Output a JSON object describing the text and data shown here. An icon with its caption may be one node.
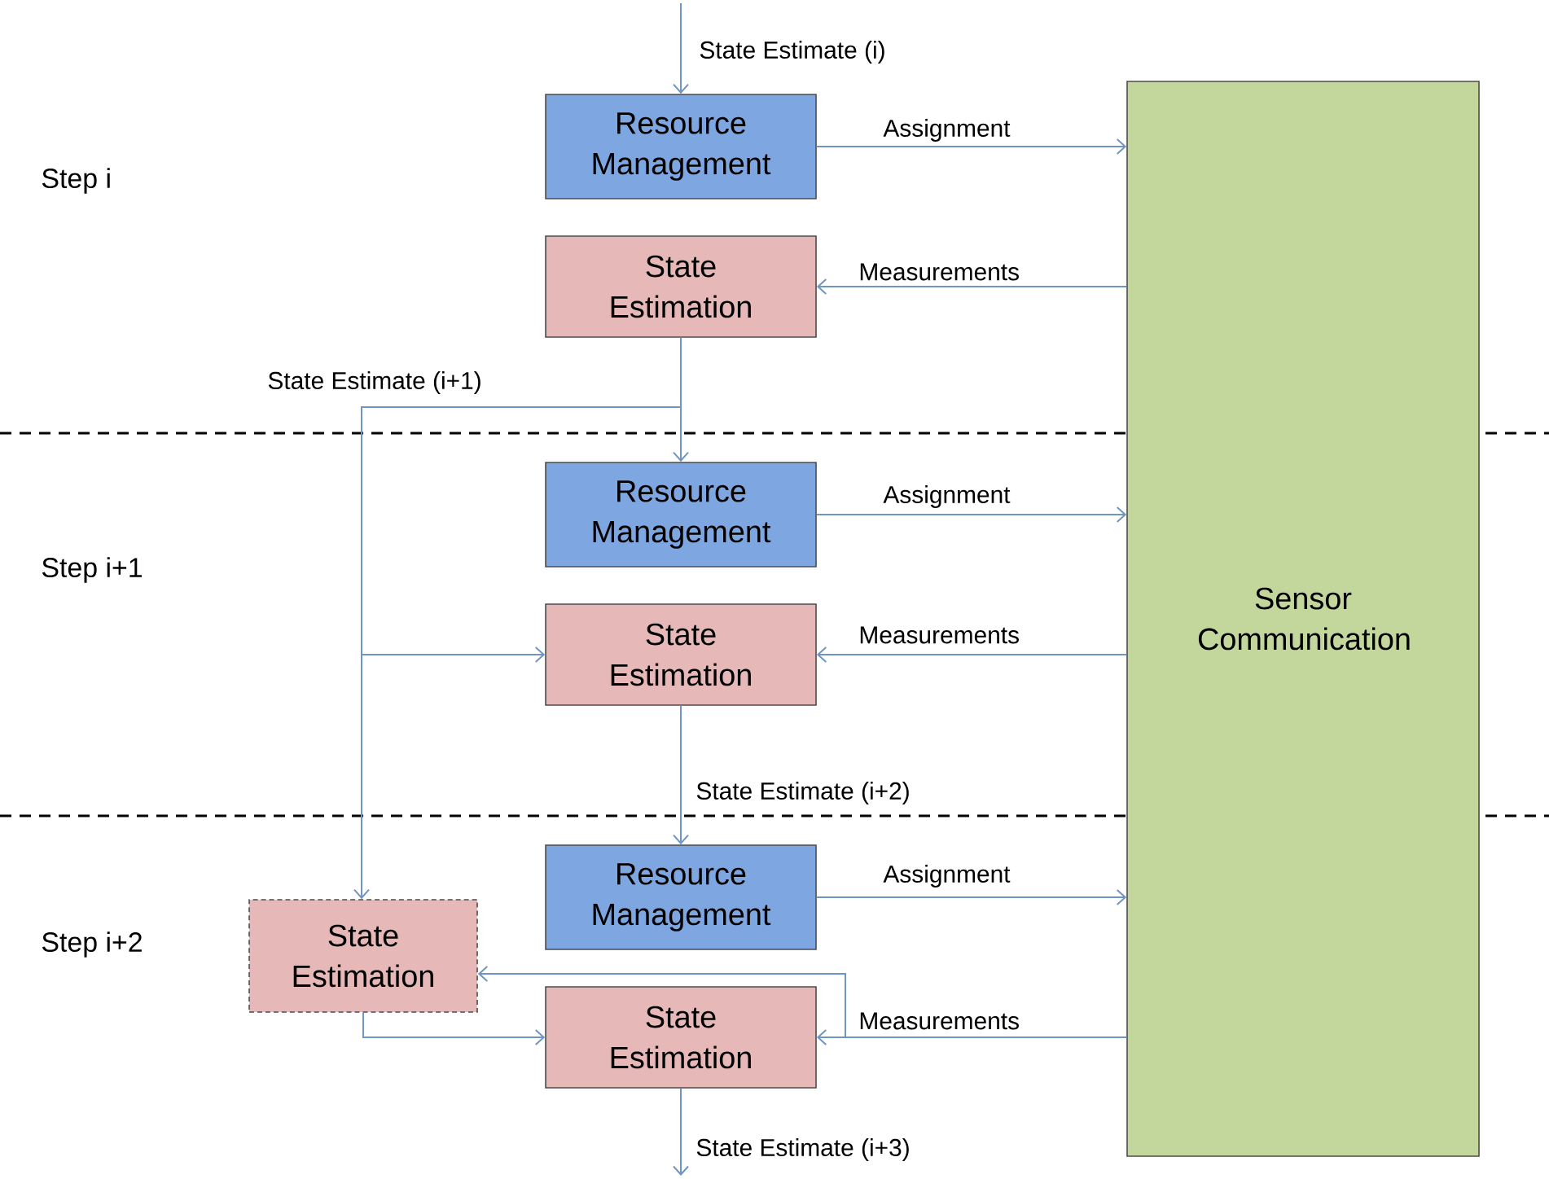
{
  "diagram": {
    "nodes": [
      {
        "text": [
          "Resource Management"
        ]
      },
      {
        "text": [
          "State Estimation"
        ]
      },
      {
        "text": [
          "Resource Management"
        ]
      },
      {
        "text": [
          "State Estimation"
        ]
      },
      {
        "text": [
          "Resource Management"
        ]
      },
      {
        "text": [
          "State Estimation"
        ]
      },
      {
        "text": [
          "State Estimation"
        ]
      },
      {
        "text": [
          "Sensor Communication"
        ]
      }
    ],
    "edges": [
      {
        "from": null,
        "to": 0,
        "arrow": "to",
        "label": "State Estimate (i)"
      },
      {
        "from": 0,
        "to": 7,
        "arrow": "to",
        "label": "Assignment"
      },
      {
        "from": 7,
        "to": 1,
        "arrow": "to",
        "label": "Measurements"
      },
      {
        "from": 1,
        "to": 2,
        "arrow": "to"
      },
      {
        "from": 1,
        "to": 3,
        "arrow": "to"
      },
      {
        "from": 1,
        "to": 5,
        "arrow": "to",
        "label": "State Estimate (i+1)"
      },
      {
        "from": 2,
        "to": 7,
        "arrow": "to",
        "label": "Assignment"
      },
      {
        "from": 7,
        "to": 3,
        "arrow": "to",
        "label": "Measurements"
      },
      {
        "from": 3,
        "to": 4,
        "arrow": "to",
        "label": "State Estimate (i+2)"
      },
      {
        "from": 4,
        "to": 7,
        "arrow": "to",
        "label": "Assignment"
      },
      {
        "from": 7,
        "to": 6,
        "arrow": "to",
        "label": "Measurements"
      },
      {
        "from": 7,
        "to": 5,
        "arrow": "to"
      },
      {
        "from": 5,
        "to": 6,
        "arrow": "to"
      },
      {
        "from": 6,
        "to": null,
        "arrow": "to",
        "label": "State Estimate (i+3)"
      }
    ],
    "labels": [
      "Step i",
      "Step i+1",
      "Step i+2"
    ]
  }
}
